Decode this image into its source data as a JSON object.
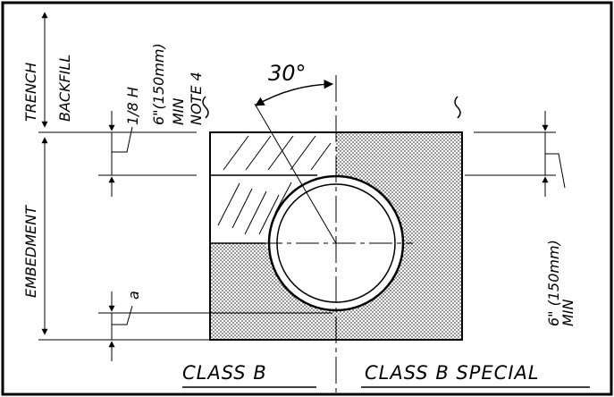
{
  "labels": {
    "trench": "TRENCH",
    "backfill": "BACKFILL",
    "embedment": "EMBEDMENT",
    "eighth_h": "1/8 H",
    "six_in_150": "6\"(150mm)",
    "min": "MIN",
    "note4": "NOTE 4",
    "angle": "30°",
    "a": "a",
    "right_dim_value": "6\" (150mm)",
    "right_dim_min": "MIN",
    "class_b": "CLASS B",
    "class_b_special": "CLASS B SPECIAL"
  }
}
